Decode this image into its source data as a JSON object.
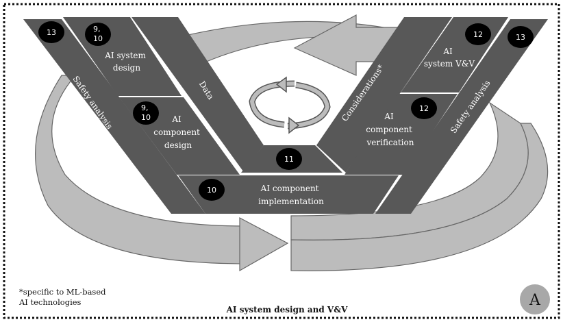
{
  "caption": "AI system design and V&V",
  "footnote": [
    "*specific to ML-based",
    "AI technologies"
  ],
  "corner_letter": "A",
  "labels": {
    "safety_left": "Safety analysis",
    "system_design": [
      "AI system",
      "design"
    ],
    "data": "Data",
    "component_design": [
      "AI",
      "component",
      "design"
    ],
    "component_implementation": [
      "AI component",
      "implementation"
    ],
    "considerations": "Considerations*",
    "component_verification": [
      "AI",
      "component",
      "verification"
    ],
    "system_vv": [
      "AI",
      "system V&V"
    ],
    "safety_right": "Safety analysis"
  },
  "badges": {
    "b_safety_left": [
      "13"
    ],
    "b_system_design": [
      "9,",
      "10"
    ],
    "b_component_design": [
      "9,",
      "10"
    ],
    "b_implementation": [
      "10"
    ],
    "b_bottom": [
      "11"
    ],
    "b_component_verification": [
      "12"
    ],
    "b_system_vv": [
      "12"
    ],
    "b_safety_right": [
      "13"
    ]
  },
  "colors": {
    "band": "#585858",
    "band_separator": "#bdbdbd",
    "arrow_fill": "#bcbcbc",
    "arrow_stroke": "#666666",
    "badge": "#000000",
    "border": "#111111"
  }
}
